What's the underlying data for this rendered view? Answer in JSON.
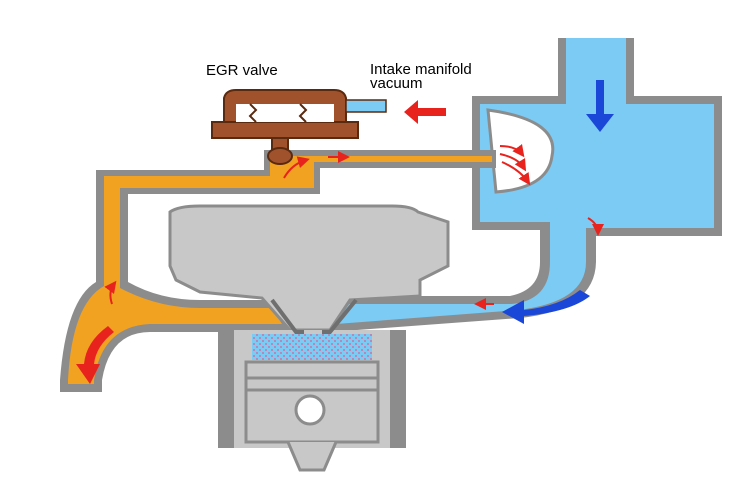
{
  "labels": {
    "egr_valve": "EGR valve",
    "intake_vacuum_line1": "Intake manifold",
    "intake_vacuum_line2": "vacuum"
  },
  "colors": {
    "exhaust": "#F2A221",
    "intake": "#7BCBF4",
    "engine": "#C8C8C8",
    "wall": "#8C8C8C",
    "valve": "#A0522D",
    "flow_red": "#E8231E",
    "flow_blue": "#1A47D8"
  }
}
